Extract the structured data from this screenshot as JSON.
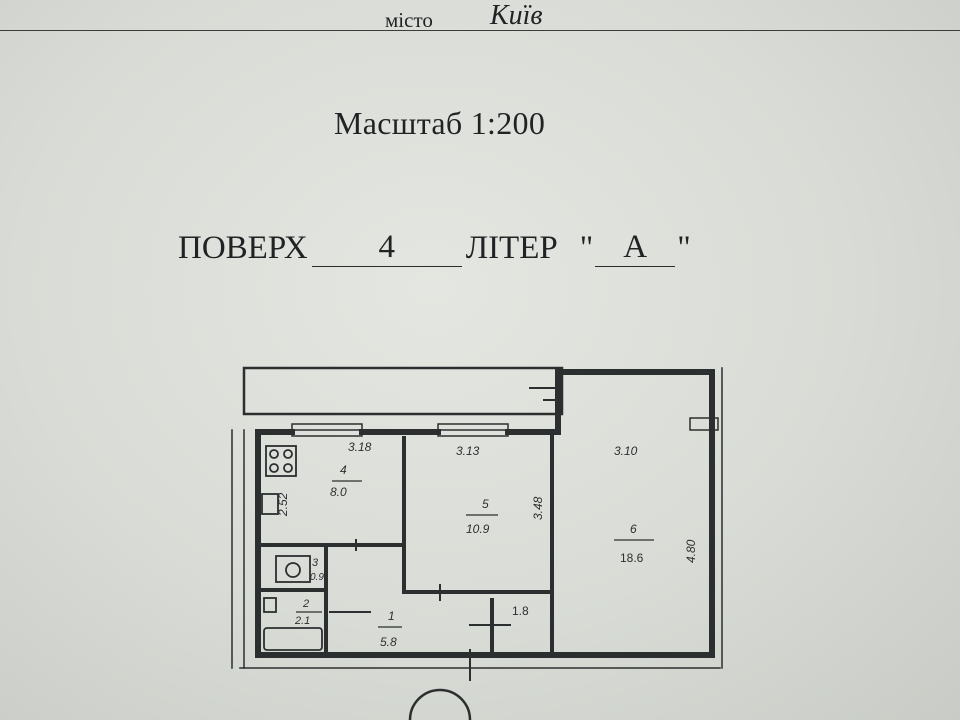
{
  "header": {
    "city_label": "місто",
    "city_name": "Київ",
    "scale": "Масштаб 1:200",
    "floor_label": "ПОВЕРХ",
    "floor_value": "4",
    "letter_label": "ЛІТЕР",
    "quote_open": "\"",
    "letter_value": "А",
    "quote_close": "\""
  },
  "plan": {
    "dims": {
      "kitchen_width": "3.18",
      "room5_width": "3.13",
      "room6_width": "3.10",
      "kitchen_height": "2.52",
      "room5_height": "3.48",
      "room6_height": "4.80"
    },
    "rooms": {
      "1": {
        "number": "1",
        "area": "5.8"
      },
      "2": {
        "number": "2",
        "area": "2.1"
      },
      "3": {
        "number": "3",
        "area": "0.9"
      },
      "4": {
        "number": "4",
        "area": "8.0"
      },
      "5": {
        "number": "5",
        "area": "10.9"
      },
      "6": {
        "number": "6",
        "area": "18.6"
      },
      "storage": {
        "area": "1.8"
      }
    }
  }
}
